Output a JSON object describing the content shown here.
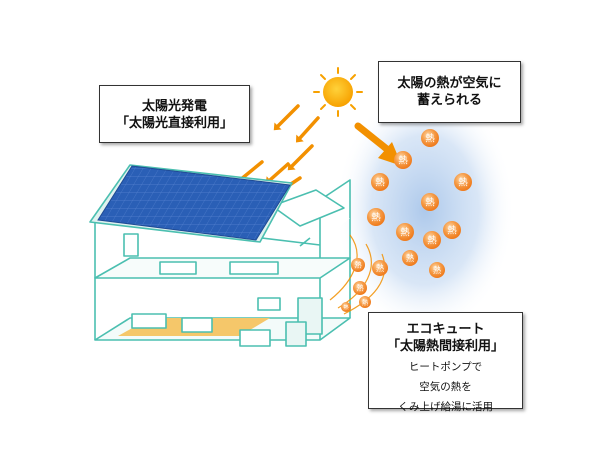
{
  "callouts": {
    "solar_power": {
      "title_line1": "太陽光発電",
      "title_line2": "「太陽光直接利用」"
    },
    "air_heat": {
      "title_line1": "太陽の熱が空気に",
      "title_line2": "蓄えられる"
    },
    "ecocute": {
      "title_line1": "エコキュート",
      "title_line2": "「太陽熱間接利用」",
      "desc_line1": "ヒートポンプで",
      "desc_line2": "空気の熱を",
      "desc_line3": "くみ上げ給湯に活用"
    }
  },
  "heat_label": "熱",
  "colors": {
    "sun": "#f7a100",
    "arrow": "#f29000",
    "solar_panel": "#2a5fb6",
    "house_outline": "#4bbfb0",
    "heat_ball": "#f37d1e",
    "air_glow": "#a9c6ea"
  }
}
